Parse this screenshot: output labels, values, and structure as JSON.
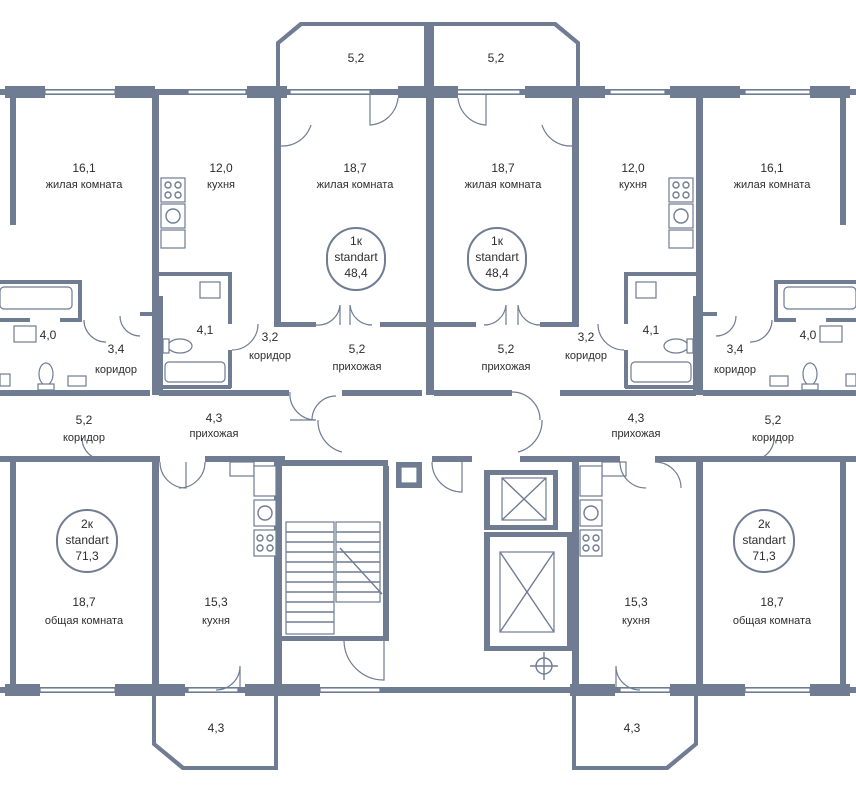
{
  "colors": {
    "walls": "#6f7c92",
    "background": "#ffffff",
    "text": "#2d2d2d"
  },
  "rooms": [
    {
      "area": "5,2",
      "name": ""
    },
    {
      "area": "5,2",
      "name": ""
    },
    {
      "area": "16,1",
      "name": "жилая комната"
    },
    {
      "area": "12,0",
      "name": "кухня"
    },
    {
      "area": "18,7",
      "name": "жилая комната"
    },
    {
      "area": "18,7",
      "name": "жилая комната"
    },
    {
      "area": "12,0",
      "name": "кухня"
    },
    {
      "area": "16,1",
      "name": "жилая комната"
    },
    {
      "area": "4,0",
      "name": ""
    },
    {
      "area": "3,4",
      "name": "коридор"
    },
    {
      "area": "4,1",
      "name": ""
    },
    {
      "area": "3,2",
      "name": "коридор"
    },
    {
      "area": "5,2",
      "name": "прихожая"
    },
    {
      "area": "5,2",
      "name": "прихожая"
    },
    {
      "area": "3,2",
      "name": "коридор"
    },
    {
      "area": "4,1",
      "name": ""
    },
    {
      "area": "3,4",
      "name": "коридор"
    },
    {
      "area": "4,0",
      "name": ""
    },
    {
      "area": "5,2",
      "name": "коридор"
    },
    {
      "area": "4,3",
      "name": "прихожая"
    },
    {
      "area": "4,3",
      "name": "прихожая"
    },
    {
      "area": "5,2",
      "name": "коридор"
    },
    {
      "area": "18,7",
      "name": "общая комната"
    },
    {
      "area": "15,3",
      "name": "кухня"
    },
    {
      "area": "15,3",
      "name": "кухня"
    },
    {
      "area": "18,7",
      "name": "общая комната"
    },
    {
      "area": "4,3",
      "name": ""
    },
    {
      "area": "4,3",
      "name": ""
    }
  ],
  "badges": [
    {
      "type": "1к",
      "series": "standart",
      "total": "48,4"
    },
    {
      "type": "1к",
      "series": "standart",
      "total": "48,4"
    },
    {
      "type": "2к",
      "series": "standart",
      "total": "71,3"
    },
    {
      "type": "2к",
      "series": "standart",
      "total": "71,3"
    }
  ],
  "fixtures": [
    "stair-icon",
    "elevator-icon",
    "elevator-icon",
    "shaft-crosshair-icon",
    "stove-icon",
    "sink-icon",
    "bathtub-icon",
    "toilet-icon",
    "washbasin-icon",
    "door-swing-icon"
  ]
}
